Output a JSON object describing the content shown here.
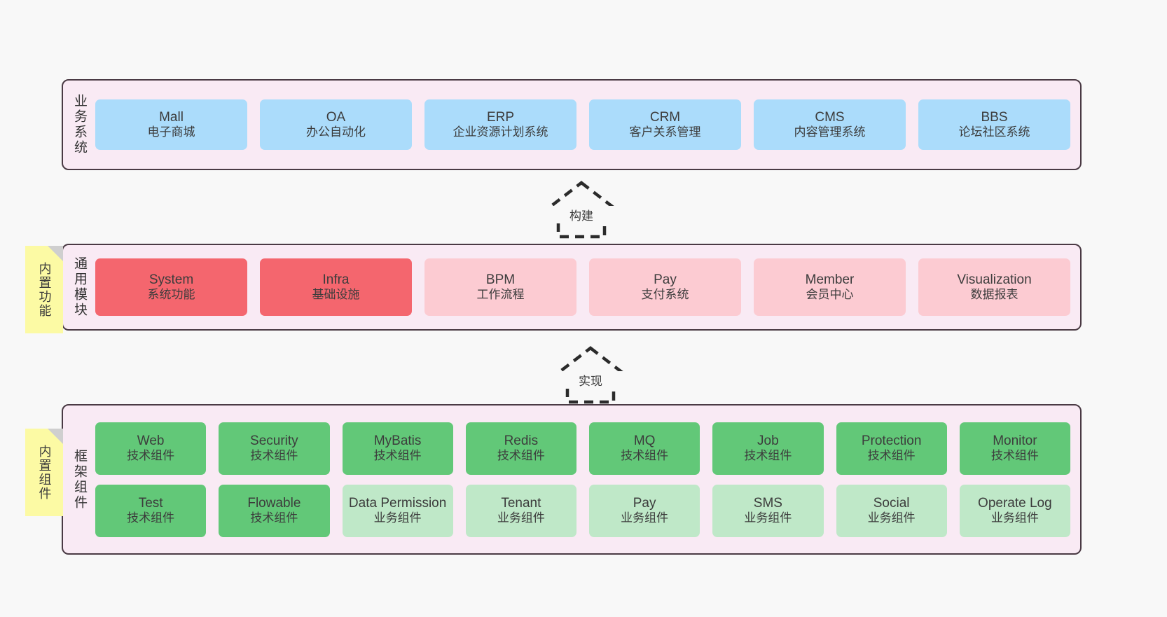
{
  "diagram": {
    "background_color": "#f8f8f8",
    "layer_fill": "#f9eaf4",
    "layer_border": "#4a3a44",
    "colors": {
      "blue": "#abdcfb",
      "red": "#f4666e",
      "pink": "#fccbd2",
      "green": "#62c878",
      "mint": "#bfe8c8",
      "sticky_yellow": "#fcfaa4",
      "fold_gray": "#cfcfcf"
    }
  },
  "layers": [
    {
      "id": "business",
      "title": "业务系统",
      "rows": [
        {
          "nodes": [
            {
              "title": "Mall",
              "sub": "电子商城",
              "color": "blue"
            },
            {
              "title": "OA",
              "sub": "办公自动化",
              "color": "blue"
            },
            {
              "title": "ERP",
              "sub": "企业资源计划系统",
              "color": "blue"
            },
            {
              "title": "CRM",
              "sub": "客户关系管理",
              "color": "blue"
            },
            {
              "title": "CMS",
              "sub": "内容管理系统",
              "color": "blue"
            },
            {
              "title": "BBS",
              "sub": "论坛社区系统",
              "color": "blue"
            }
          ]
        }
      ]
    },
    {
      "id": "modules",
      "title": "通用模块",
      "sticky": "内置功能",
      "rows": [
        {
          "nodes": [
            {
              "title": "System",
              "sub": "系统功能",
              "color": "red"
            },
            {
              "title": "Infra",
              "sub": "基础设施",
              "color": "red"
            },
            {
              "title": "BPM",
              "sub": "工作流程",
              "color": "pink"
            },
            {
              "title": "Pay",
              "sub": "支付系统",
              "color": "pink"
            },
            {
              "title": "Member",
              "sub": "会员中心",
              "color": "pink"
            },
            {
              "title": "Visualization",
              "sub": "数据报表",
              "color": "pink"
            }
          ]
        }
      ]
    },
    {
      "id": "framework",
      "title": "框架组件",
      "sticky": "内置组件",
      "rows": [
        {
          "nodes": [
            {
              "title": "Web",
              "sub": "技术组件",
              "color": "green"
            },
            {
              "title": "Security",
              "sub": "技术组件",
              "color": "green"
            },
            {
              "title": "MyBatis",
              "sub": "技术组件",
              "color": "green"
            },
            {
              "title": "Redis",
              "sub": "技术组件",
              "color": "green"
            },
            {
              "title": "MQ",
              "sub": "技术组件",
              "color": "green"
            },
            {
              "title": "Job",
              "sub": "技术组件",
              "color": "green"
            },
            {
              "title": "Protection",
              "sub": "技术组件",
              "color": "green"
            },
            {
              "title": "Monitor",
              "sub": "技术组件",
              "color": "green"
            }
          ]
        },
        {
          "nodes": [
            {
              "title": "Test",
              "sub": "技术组件",
              "color": "green"
            },
            {
              "title": "Flowable",
              "sub": "技术组件",
              "color": "green"
            },
            {
              "title": "Data Permission",
              "sub": "业务组件",
              "color": "mint"
            },
            {
              "title": "Tenant",
              "sub": "业务组件",
              "color": "mint"
            },
            {
              "title": "Pay",
              "sub": "业务组件",
              "color": "mint"
            },
            {
              "title": "SMS",
              "sub": "业务组件",
              "color": "mint"
            },
            {
              "title": "Social",
              "sub": "业务组件",
              "color": "mint"
            },
            {
              "title": "Operate Log",
              "sub": "业务组件",
              "color": "mint"
            }
          ]
        }
      ]
    }
  ],
  "arrows": [
    {
      "id": "build",
      "label": "构建",
      "direction": "up"
    },
    {
      "id": "implement",
      "label": "实现",
      "direction": "up"
    }
  ]
}
